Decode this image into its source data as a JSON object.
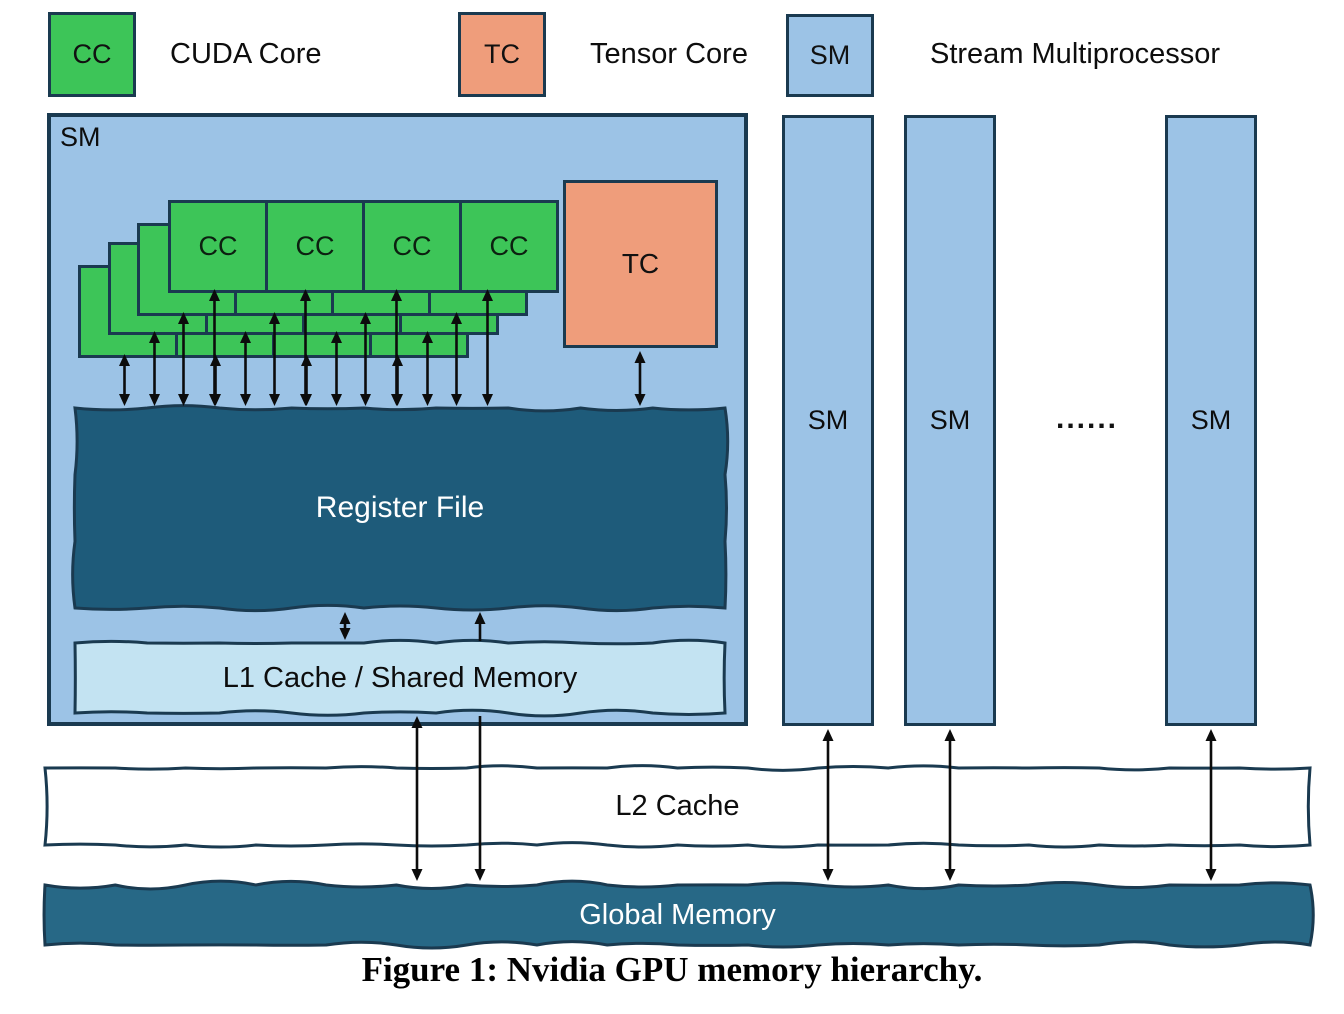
{
  "legend": {
    "items": [
      {
        "abbr": "CC",
        "label": "CUDA Core"
      },
      {
        "abbr": "TC",
        "label": "Tensor Core"
      },
      {
        "abbr": "SM",
        "label": "Stream Multiprocessor"
      }
    ]
  },
  "sm_detail": {
    "label": "SM",
    "cuda_core_label": "CC",
    "tensor_core_label": "TC",
    "register_file_label": "Register File",
    "l1_label": "L1 Cache / Shared Memory"
  },
  "sm_columns": {
    "labels": [
      "SM",
      "SM",
      "SM"
    ],
    "ellipsis": "......"
  },
  "memory": {
    "l2_label": "L2 Cache",
    "global_memory_label": "Global Memory"
  },
  "caption": "Figure 1: Nvidia GPU memory hierarchy.",
  "colors": {
    "line": "#1a3a50",
    "cuda_green": "#3dc558",
    "tensor_orange": "#ef9d7b",
    "sm_blue": "#9cc3e6",
    "l1_blue": "#c3e3f2",
    "dark_teal": "#1e5b7a",
    "global_teal": "#276886",
    "l2_white": "#ffffff",
    "arrow_black": "#0c0c0c"
  }
}
